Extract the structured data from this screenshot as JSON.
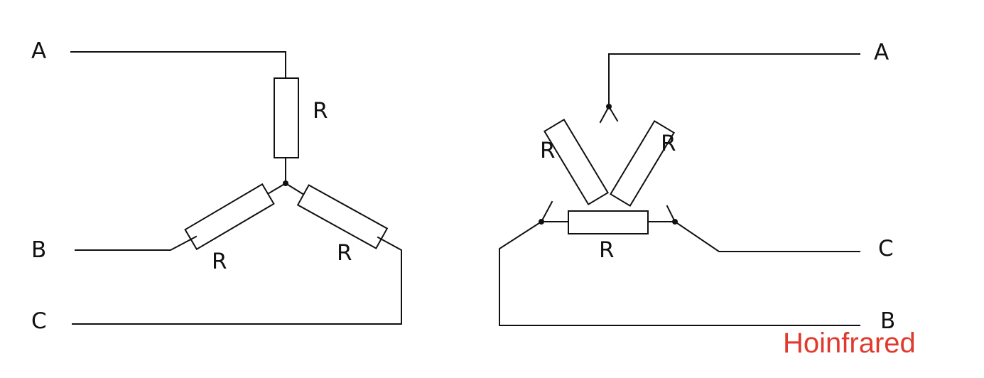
{
  "diagrams": {
    "star": {
      "terminals": {
        "a": "A",
        "b": "B",
        "c": "C"
      },
      "resistors": {
        "top": "R",
        "left": "R",
        "right": "R"
      }
    },
    "delta": {
      "terminals": {
        "a": "A",
        "b": "B",
        "c": "C"
      },
      "resistors": {
        "left": "R",
        "right": "R",
        "bottom": "R"
      }
    }
  },
  "watermark": "Hoinfrared",
  "colors": {
    "line": "#111111",
    "background": "#ffffff",
    "watermark": "#e03a2e"
  }
}
